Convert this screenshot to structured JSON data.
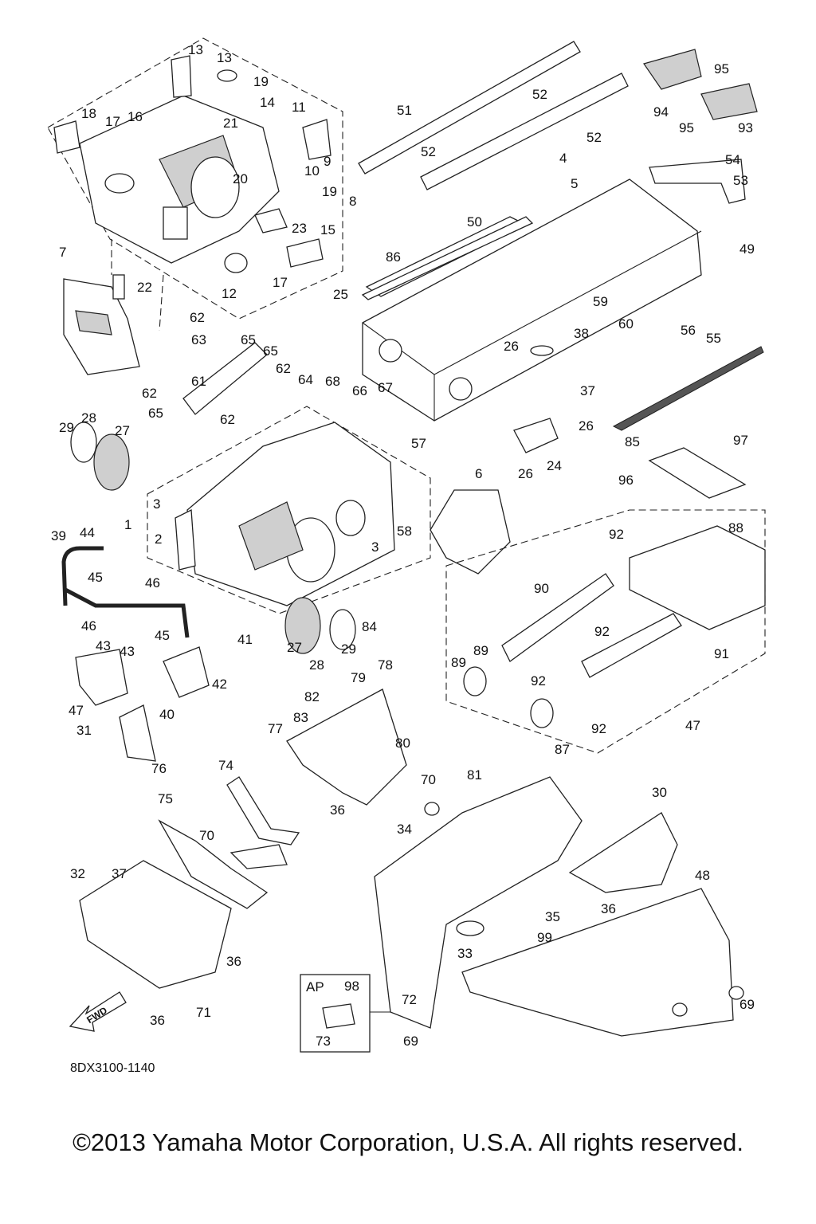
{
  "diagram": {
    "drawing_code": "8DX3100-1140",
    "fwd_label": "FWD",
    "ap_box_label": "AP",
    "part_callouts": [
      "13",
      "13",
      "19",
      "14",
      "11",
      "18",
      "17",
      "16",
      "21",
      "9",
      "20",
      "10",
      "19",
      "8",
      "23",
      "15",
      "17",
      "12",
      "7",
      "22",
      "51",
      "52",
      "52",
      "52",
      "50",
      "4",
      "5",
      "86",
      "59",
      "38",
      "26",
      "60",
      "56",
      "55",
      "49",
      "54",
      "53",
      "94",
      "95",
      "95",
      "93",
      "25",
      "62",
      "63",
      "65",
      "65",
      "62",
      "64",
      "68",
      "66",
      "67",
      "61",
      "62",
      "65",
      "62",
      "29",
      "28",
      "27",
      "3",
      "1",
      "2",
      "3",
      "57",
      "58",
      "6",
      "37",
      "24",
      "26",
      "26",
      "85",
      "97",
      "96",
      "88",
      "92",
      "91",
      "90",
      "92",
      "89",
      "89",
      "92",
      "92",
      "87",
      "47",
      "39",
      "44",
      "45",
      "46",
      "46",
      "45",
      "43",
      "43",
      "41",
      "42",
      "47",
      "40",
      "27",
      "28",
      "29",
      "84",
      "82",
      "79",
      "78",
      "77",
      "83",
      "80",
      "36",
      "31",
      "76",
      "74",
      "75",
      "70",
      "70",
      "34",
      "81",
      "30",
      "32",
      "37",
      "36",
      "36",
      "71",
      "33",
      "48",
      "36",
      "35",
      "99",
      "98",
      "73",
      "72",
      "69",
      "69"
    ]
  },
  "footer": {
    "copyright": "©2013 Yamaha Motor Corporation, U.S.A. All rights reserved."
  }
}
